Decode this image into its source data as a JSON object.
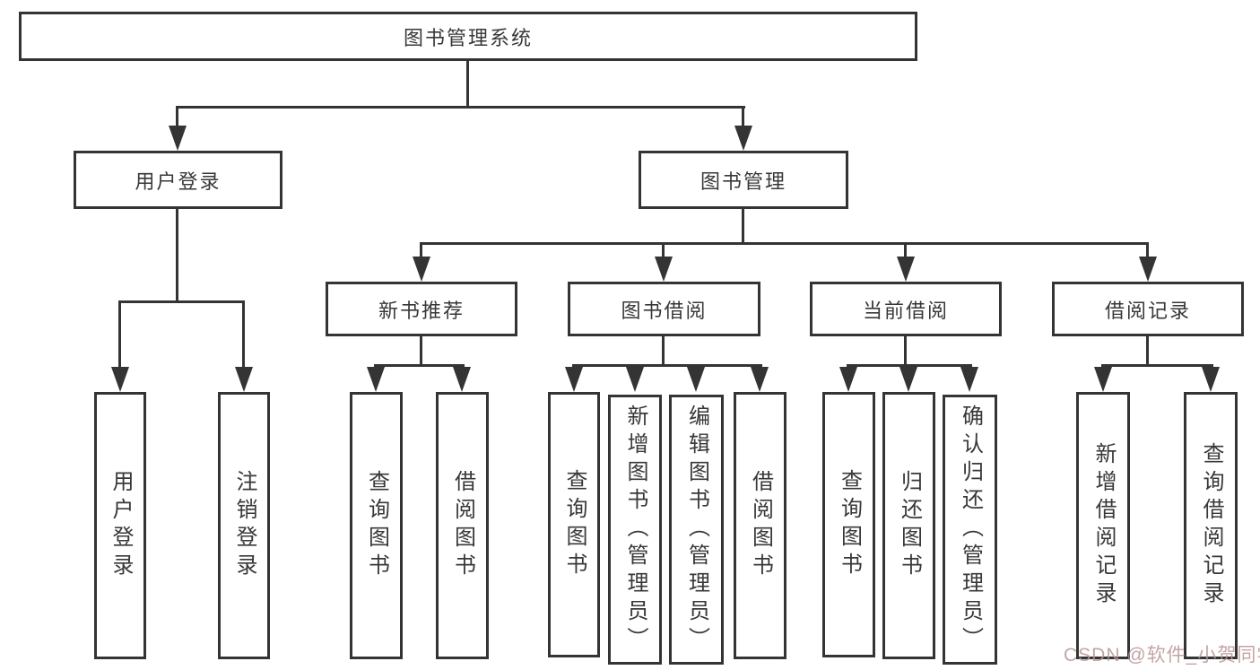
{
  "tree": {
    "root": "图书管理系统",
    "branches": [
      {
        "label": "用户登录",
        "children": [
          "用户登录",
          "注销登录"
        ]
      },
      {
        "label": "图书管理",
        "groups": [
          {
            "label": "新书推荐",
            "children": [
              "查询图书",
              "借阅图书"
            ]
          },
          {
            "label": "图书借阅",
            "children": [
              "查询图书",
              "新增图书（管理员）",
              "编辑图书（管理员）",
              "借阅图书"
            ]
          },
          {
            "label": "当前借阅",
            "children": [
              "查询图书",
              "归还图书",
              "确认归还（管理员）"
            ]
          },
          {
            "label": "借阅记录",
            "children": [
              "新增借阅记录",
              "查询借阅记录"
            ]
          }
        ]
      }
    ]
  },
  "colors": {
    "line": "#343434",
    "text": "#383838",
    "watermark": "#ba9494"
  },
  "watermark": {
    "text": "CSDN @软件_小贺同学"
  }
}
